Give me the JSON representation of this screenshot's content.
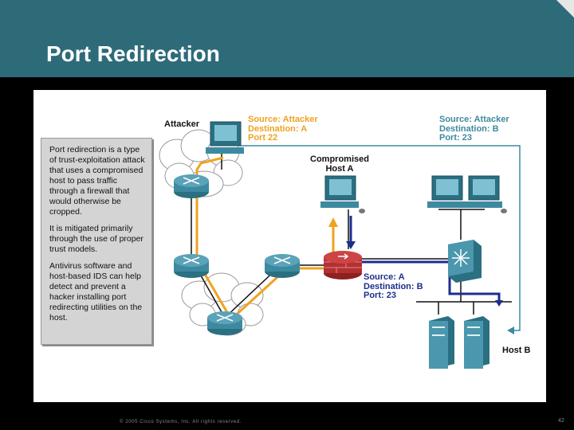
{
  "title": "Port Redirection",
  "note": [
    "Port redirection is a type of trust-exploitation attack that uses a compromised host to pass traffic through a firewall that would otherwise be cropped.",
    "It is mitigated primarily through the use of proper trust models.",
    "Antivirus software and host-based IDS can help detect and prevent a hacker installing port redirecting utilities on the host."
  ],
  "labels": {
    "attacker": "Attacker",
    "compromised": [
      "Compromised",
      "Host A"
    ],
    "host_b": "Host B",
    "flow1": [
      "Source: Attacker",
      "Destination: A",
      "Port 22"
    ],
    "flow2": [
      "Source: Attacker",
      "Destination: B",
      "Port: 23"
    ],
    "flow3": [
      "Source: A",
      "Destination: B",
      "Port: 23"
    ]
  },
  "colors": {
    "header": "#2e6b79",
    "orange_flow": "#f0a21f",
    "blue_flow": "#1c2e8c",
    "device": "#3d8aa0"
  },
  "footer": "© 2005 Cisco Systems, Inc. All rights reserved.",
  "page_number": "42"
}
